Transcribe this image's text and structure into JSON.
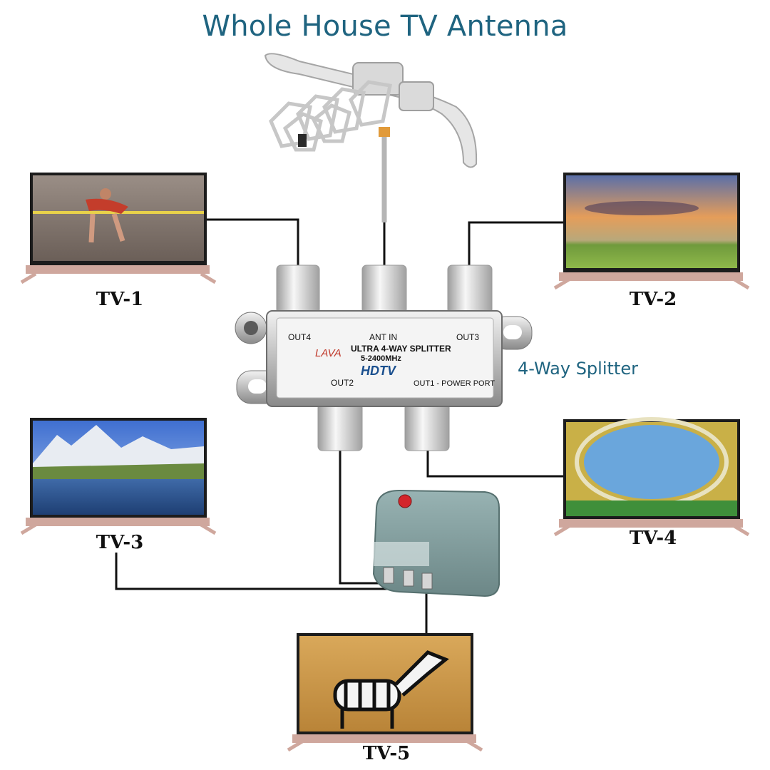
{
  "title": "Whole House TV Antenna",
  "splitter": {
    "label": "4-Way Splitter",
    "port_out4": "OUT4",
    "port_ant_in": "ANT IN",
    "port_out3": "OUT3",
    "port_out2": "OUT2",
    "port_out1": "OUT1 - POWER PORT",
    "brand": "LAVA",
    "model": "ULTRA 4-WAY SPLITTER",
    "freq": "5-2400MHz",
    "hdtv": "HDTV"
  },
  "tvs": [
    {
      "label": "TV-1"
    },
    {
      "label": "TV-2"
    },
    {
      "label": "TV-3"
    },
    {
      "label": "TV-4"
    },
    {
      "label": "TV-5"
    }
  ],
  "colors": {
    "title": "#1f6480",
    "cable": "#111111",
    "amplifier": "#7f9a9b",
    "tv_frame": "#cfa79d"
  }
}
